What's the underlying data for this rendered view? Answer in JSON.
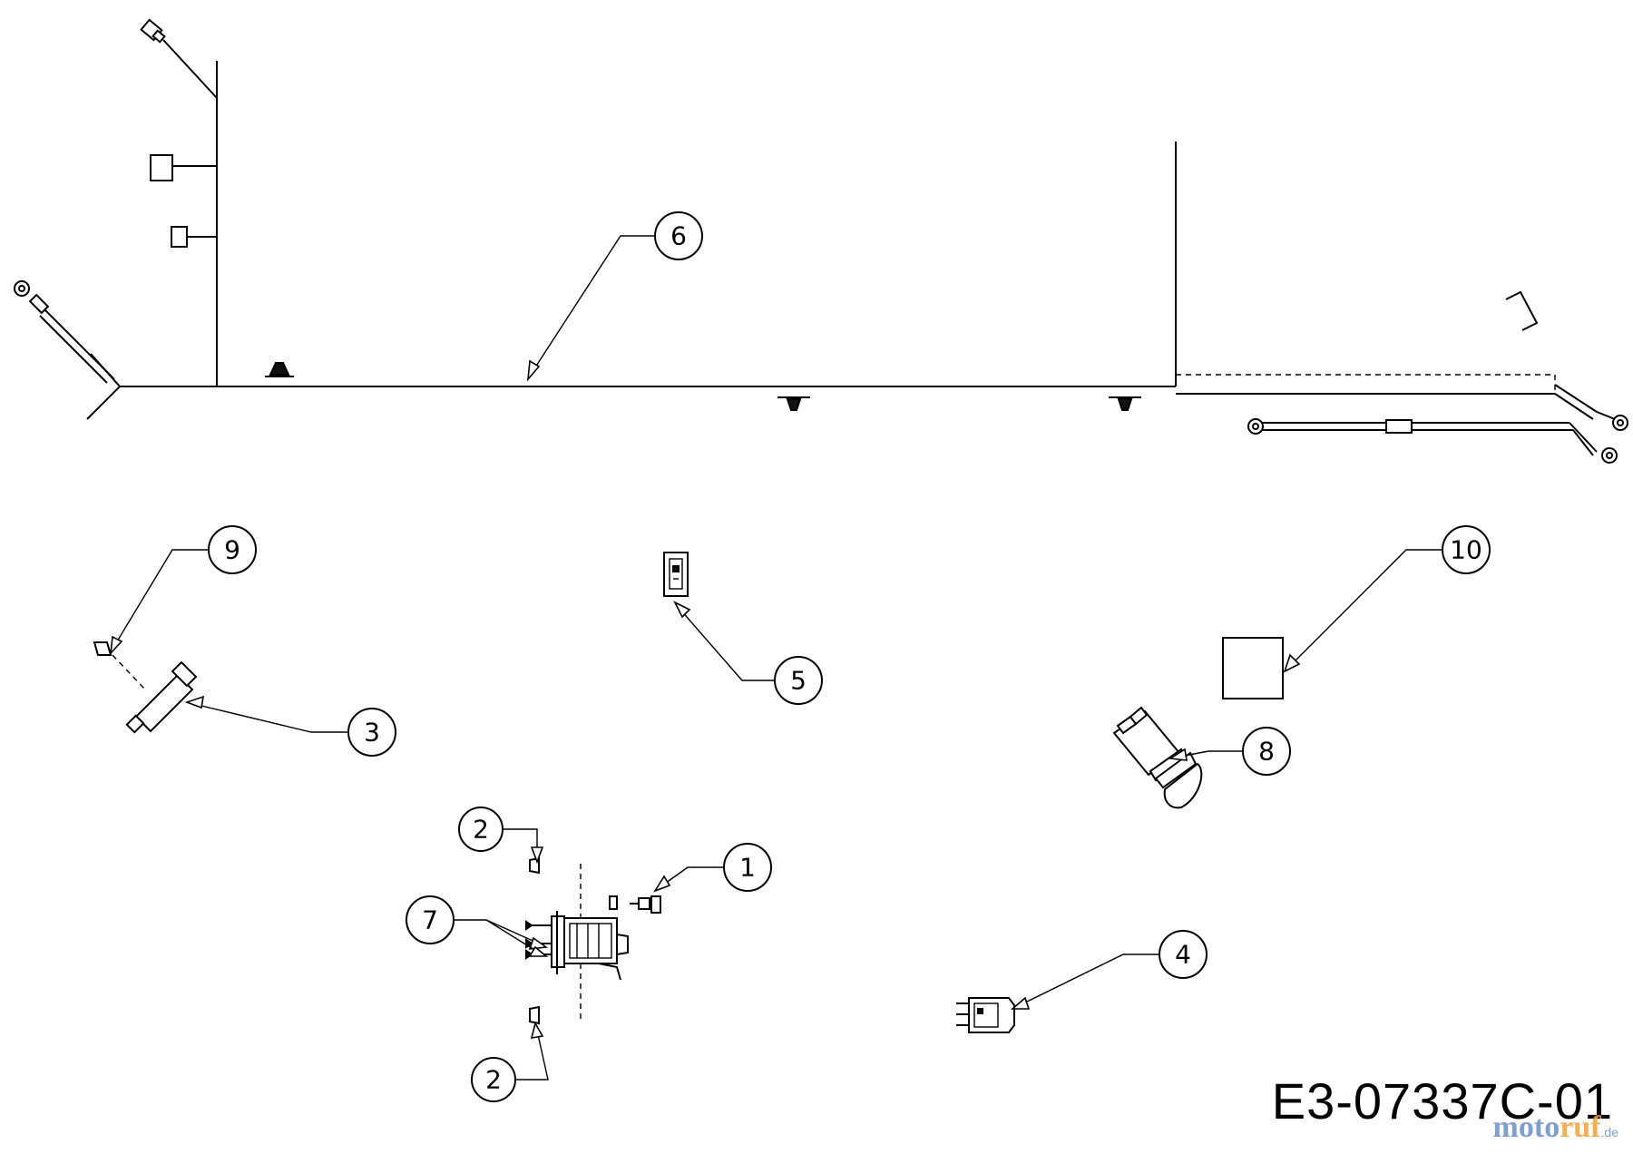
{
  "drawing": {
    "code": "E3-07337C-01"
  },
  "watermark": {
    "part1": "moto",
    "part2": "ruf",
    "tld": ".de"
  },
  "callouts": [
    {
      "id": "callout-1",
      "label": "1"
    },
    {
      "id": "callout-2a",
      "label": "2"
    },
    {
      "id": "callout-2b",
      "label": "2"
    },
    {
      "id": "callout-3",
      "label": "3"
    },
    {
      "id": "callout-4",
      "label": "4"
    },
    {
      "id": "callout-5",
      "label": "5"
    },
    {
      "id": "callout-6",
      "label": "6"
    },
    {
      "id": "callout-7",
      "label": "7"
    },
    {
      "id": "callout-8",
      "label": "8"
    },
    {
      "id": "callout-9",
      "label": "9"
    },
    {
      "id": "callout-10",
      "label": "10"
    }
  ]
}
